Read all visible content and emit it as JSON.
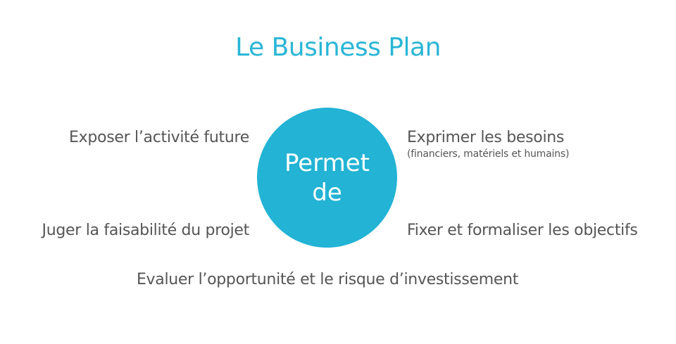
{
  "title": "Le Business Plan",
  "center": {
    "text": "Permet\nde",
    "color": "#22b3d5"
  },
  "items": {
    "top_left": "Exposer l’activité future",
    "top_right": "Exprimer les besoins",
    "top_right_sub": "(financiers, matériels et humains)",
    "bottom_left": "Juger la faisabilité du projet",
    "bottom_right": "Fixer et formaliser les objectifs",
    "bottom": "Evaluer l’opportunité et le risque d’investissement"
  },
  "colors": {
    "accent": "#29b6d6",
    "text": "#555555"
  }
}
